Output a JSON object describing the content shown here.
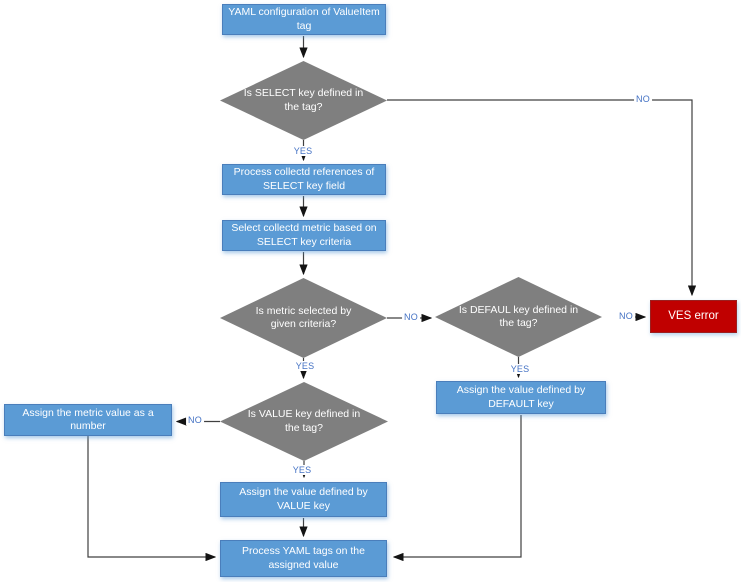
{
  "diagram": {
    "title": "YAML ValueItem tag processing flowchart",
    "colors": {
      "process_fill": "#5B9BD5",
      "process_border": "#4A7EBB",
      "decision_fill": "#7F7F7F",
      "error_fill": "#C00000",
      "error_border": "#9B2020",
      "connector": "#404040",
      "edge_label": "#4472C4",
      "node_text": "#FFFFFF",
      "background": "#FFFFFF"
    },
    "nodes": {
      "start": {
        "type": "process",
        "text": "YAML configuration of ValueItem tag"
      },
      "d_select": {
        "type": "decision",
        "text": "Is SELECT key defined in the tag?"
      },
      "p_refs": {
        "type": "process",
        "text": "Process collectd references of SELECT key field"
      },
      "p_metric": {
        "type": "process",
        "text": "Select collectd metric based on SELECT key criteria"
      },
      "d_metric": {
        "type": "decision",
        "text": "Is metric selected by given criteria?"
      },
      "d_default": {
        "type": "decision",
        "text": "Is DEFAUL key defined in the tag?"
      },
      "ves_error": {
        "type": "error",
        "text": "VES error"
      },
      "p_default": {
        "type": "process",
        "text": "Assign the value defined by DEFAULT key"
      },
      "p_number": {
        "type": "process",
        "text": "Assign the metric value as a number"
      },
      "d_value": {
        "type": "decision",
        "text": "Is VALUE key defined in the tag?"
      },
      "p_value": {
        "type": "process",
        "text": "Assign the value defined by VALUE key"
      },
      "p_yaml": {
        "type": "process",
        "text": "Process YAML tags on the assigned value"
      }
    },
    "edges": [
      {
        "from": "start",
        "to": "d_select",
        "label": ""
      },
      {
        "from": "d_select",
        "to": "ves_error",
        "label": "NO"
      },
      {
        "from": "d_select",
        "to": "p_refs",
        "label": "YES"
      },
      {
        "from": "p_refs",
        "to": "p_metric",
        "label": ""
      },
      {
        "from": "p_metric",
        "to": "d_metric",
        "label": ""
      },
      {
        "from": "d_metric",
        "to": "d_default",
        "label": "NO"
      },
      {
        "from": "d_metric",
        "to": "d_value",
        "label": "YES"
      },
      {
        "from": "d_default",
        "to": "ves_error",
        "label": "NO"
      },
      {
        "from": "d_default",
        "to": "p_default",
        "label": "YES"
      },
      {
        "from": "p_default",
        "to": "p_yaml",
        "label": ""
      },
      {
        "from": "d_value",
        "to": "p_number",
        "label": "NO"
      },
      {
        "from": "d_value",
        "to": "p_value",
        "label": "YES"
      },
      {
        "from": "p_value",
        "to": "p_yaml",
        "label": ""
      },
      {
        "from": "p_number",
        "to": "p_yaml",
        "label": ""
      }
    ]
  }
}
